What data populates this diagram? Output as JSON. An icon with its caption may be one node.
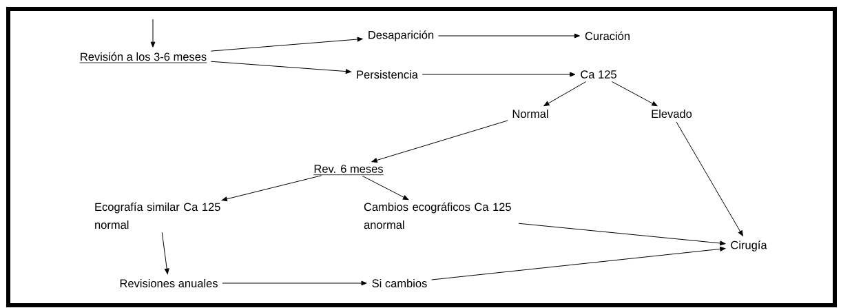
{
  "diagram": {
    "nodes": [
      {
        "text": [
          "Revisión a los 3-6 meses"
        ]
      },
      {
        "text": [
          "Desaparición"
        ]
      },
      {
        "text": [
          "Curación"
        ]
      },
      {
        "text": [
          "Persistencia"
        ]
      },
      {
        "text": [
          "Ca 125"
        ]
      },
      {
        "text": [
          "Normal"
        ]
      },
      {
        "text": [
          "Elevado"
        ]
      },
      {
        "text": [
          "Rev. 6 meses"
        ]
      },
      {
        "text": [
          "Ecografía similar Ca 125 normal"
        ]
      },
      {
        "text": [
          "Cambios ecográficos Ca 125 anormal"
        ]
      },
      {
        "text": [
          "Revisiones anuales"
        ]
      },
      {
        "text": [
          "Si cambios"
        ]
      },
      {
        "text": [
          "Cirugía"
        ]
      }
    ],
    "edges": [
      {
        "from": null,
        "to": 0,
        "arrow": "to"
      },
      {
        "from": 0,
        "to": 1,
        "arrow": "to"
      },
      {
        "from": 0,
        "to": 3,
        "arrow": "to"
      },
      {
        "from": 1,
        "to": 2,
        "arrow": "to"
      },
      {
        "from": 3,
        "to": 4,
        "arrow": "to"
      },
      {
        "from": 4,
        "to": 5,
        "arrow": "to"
      },
      {
        "from": 4,
        "to": 6,
        "arrow": "to"
      },
      {
        "from": 5,
        "to": 7,
        "arrow": "to"
      },
      {
        "from": 6,
        "to": 12,
        "arrow": "to"
      },
      {
        "from": 7,
        "to": 8,
        "arrow": "to"
      },
      {
        "from": 7,
        "to": 9,
        "arrow": "to"
      },
      {
        "from": 9,
        "to": 12,
        "arrow": "to"
      },
      {
        "from": 8,
        "to": 10,
        "arrow": "to"
      },
      {
        "from": 10,
        "to": 11,
        "arrow": "to"
      },
      {
        "from": 11,
        "to": 12,
        "arrow": "to"
      }
    ]
  }
}
